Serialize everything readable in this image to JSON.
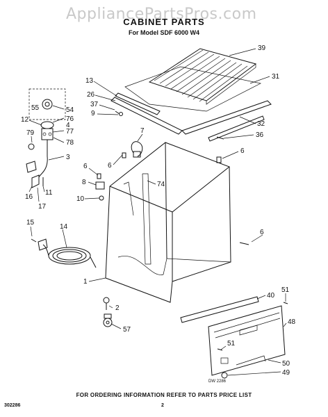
{
  "watermark": "AppliancePartsPros.com",
  "title": "CABINET PARTS",
  "subtitle": "For Model SDF 6000 W4",
  "footer": {
    "note": "FOR ORDERING INFORMATION REFER TO PARTS PRICE LIST",
    "left_code": "302286",
    "page_number": "2"
  },
  "drawing_code": "DW 2286",
  "labels": [
    "39",
    "31",
    "13",
    "26",
    "37",
    "9",
    "32",
    "36",
    "55",
    "54",
    "76",
    "12",
    "4",
    "77",
    "78",
    "79",
    "3",
    "7",
    "6",
    "6",
    "6",
    "8",
    "74",
    "10",
    "16",
    "11",
    "17",
    "6",
    "15",
    "14",
    "1",
    "2",
    "57",
    "40",
    "51",
    "48",
    "51",
    "50",
    "49"
  ]
}
